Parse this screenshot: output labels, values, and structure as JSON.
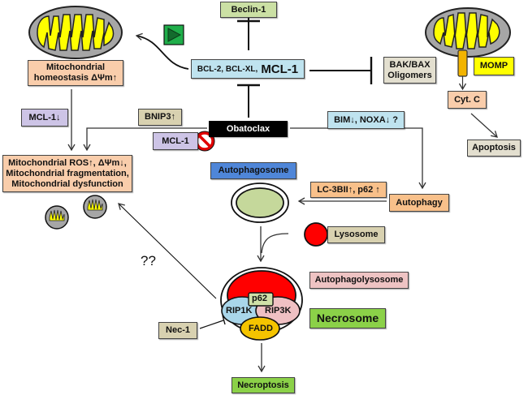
{
  "diagram": {
    "nodes": {
      "beclin": "Beclin-1",
      "bcl_prefix": "BCL-2, BCL-XL,",
      "bcl_main": "MCL-1",
      "bak_bax_1": "BAK/BAX",
      "bak_bax_2": "Oligomers",
      "momp": "MOMP",
      "cytc": "Cyt. C",
      "apoptosis": "Apoptosis",
      "mito_homeo_1": "Mitochondrial",
      "mito_homeo_2": "homeostasis ΔΨm↑",
      "mcl1_down": "MCL-1↓",
      "bnip3": "BNIP3↑",
      "mcl1": "MCL-1",
      "obatoclax": "Obatoclax",
      "bim_noxa": "BIM↓, NOXA↓ ?",
      "mito_dys_1": "Mitochondrial ROS↑, ΔΨm↓,",
      "mito_dys_2": "Mitochondrial fragmentation,",
      "mito_dys_3": "Mitochondrial dysfunction",
      "autophagosome": "Autophagosome",
      "lc3": "LC-3BII↑, p62 ↑",
      "autophagy": "Autophagy",
      "lysosome": "Lysosome",
      "autophagolysosome": "Autophagolysosome",
      "p62": "p62",
      "rip1k": "RIP1K",
      "rip3k": "RIP3K",
      "fadd": "FADD",
      "necrosome": "Necrosome",
      "nec1": "Nec-1",
      "necroptosis": "Necroptosis",
      "unknown": "??"
    },
    "colors": {
      "mito_inner": "#ffff00",
      "mito_outer": "#a6a6a6",
      "lysosome": "#ff0000",
      "autophagosome_core": "#c5d89b",
      "inhibit_sign": "#e00000",
      "play_icon": "#1a9c3c"
    }
  }
}
